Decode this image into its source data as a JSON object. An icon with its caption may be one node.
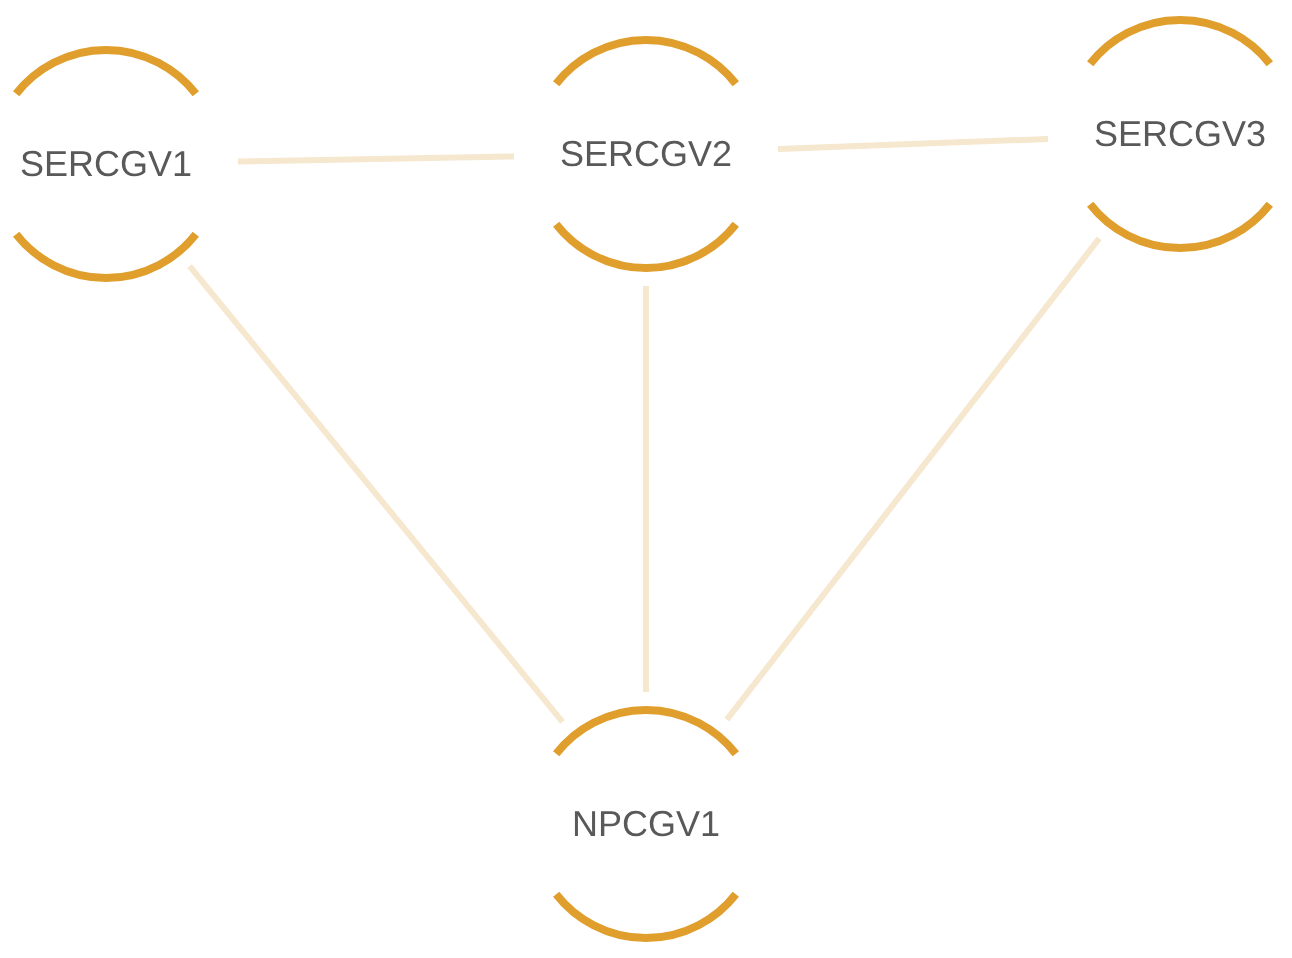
{
  "diagram": {
    "nodes": [
      {
        "text": [
          "SERCGV1"
        ]
      },
      {
        "text": [
          "SERCGV2"
        ]
      },
      {
        "text": [
          "SERCGV3"
        ]
      },
      {
        "text": [
          "NPCGV1"
        ]
      }
    ],
    "edges": [
      {
        "from": 0,
        "to": 1,
        "arrow": "none"
      },
      {
        "from": 1,
        "to": 2,
        "arrow": "none"
      },
      {
        "from": 0,
        "to": 3,
        "arrow": "none"
      },
      {
        "from": 1,
        "to": 3,
        "arrow": "none"
      },
      {
        "from": 2,
        "to": 3,
        "arrow": "none"
      }
    ]
  }
}
